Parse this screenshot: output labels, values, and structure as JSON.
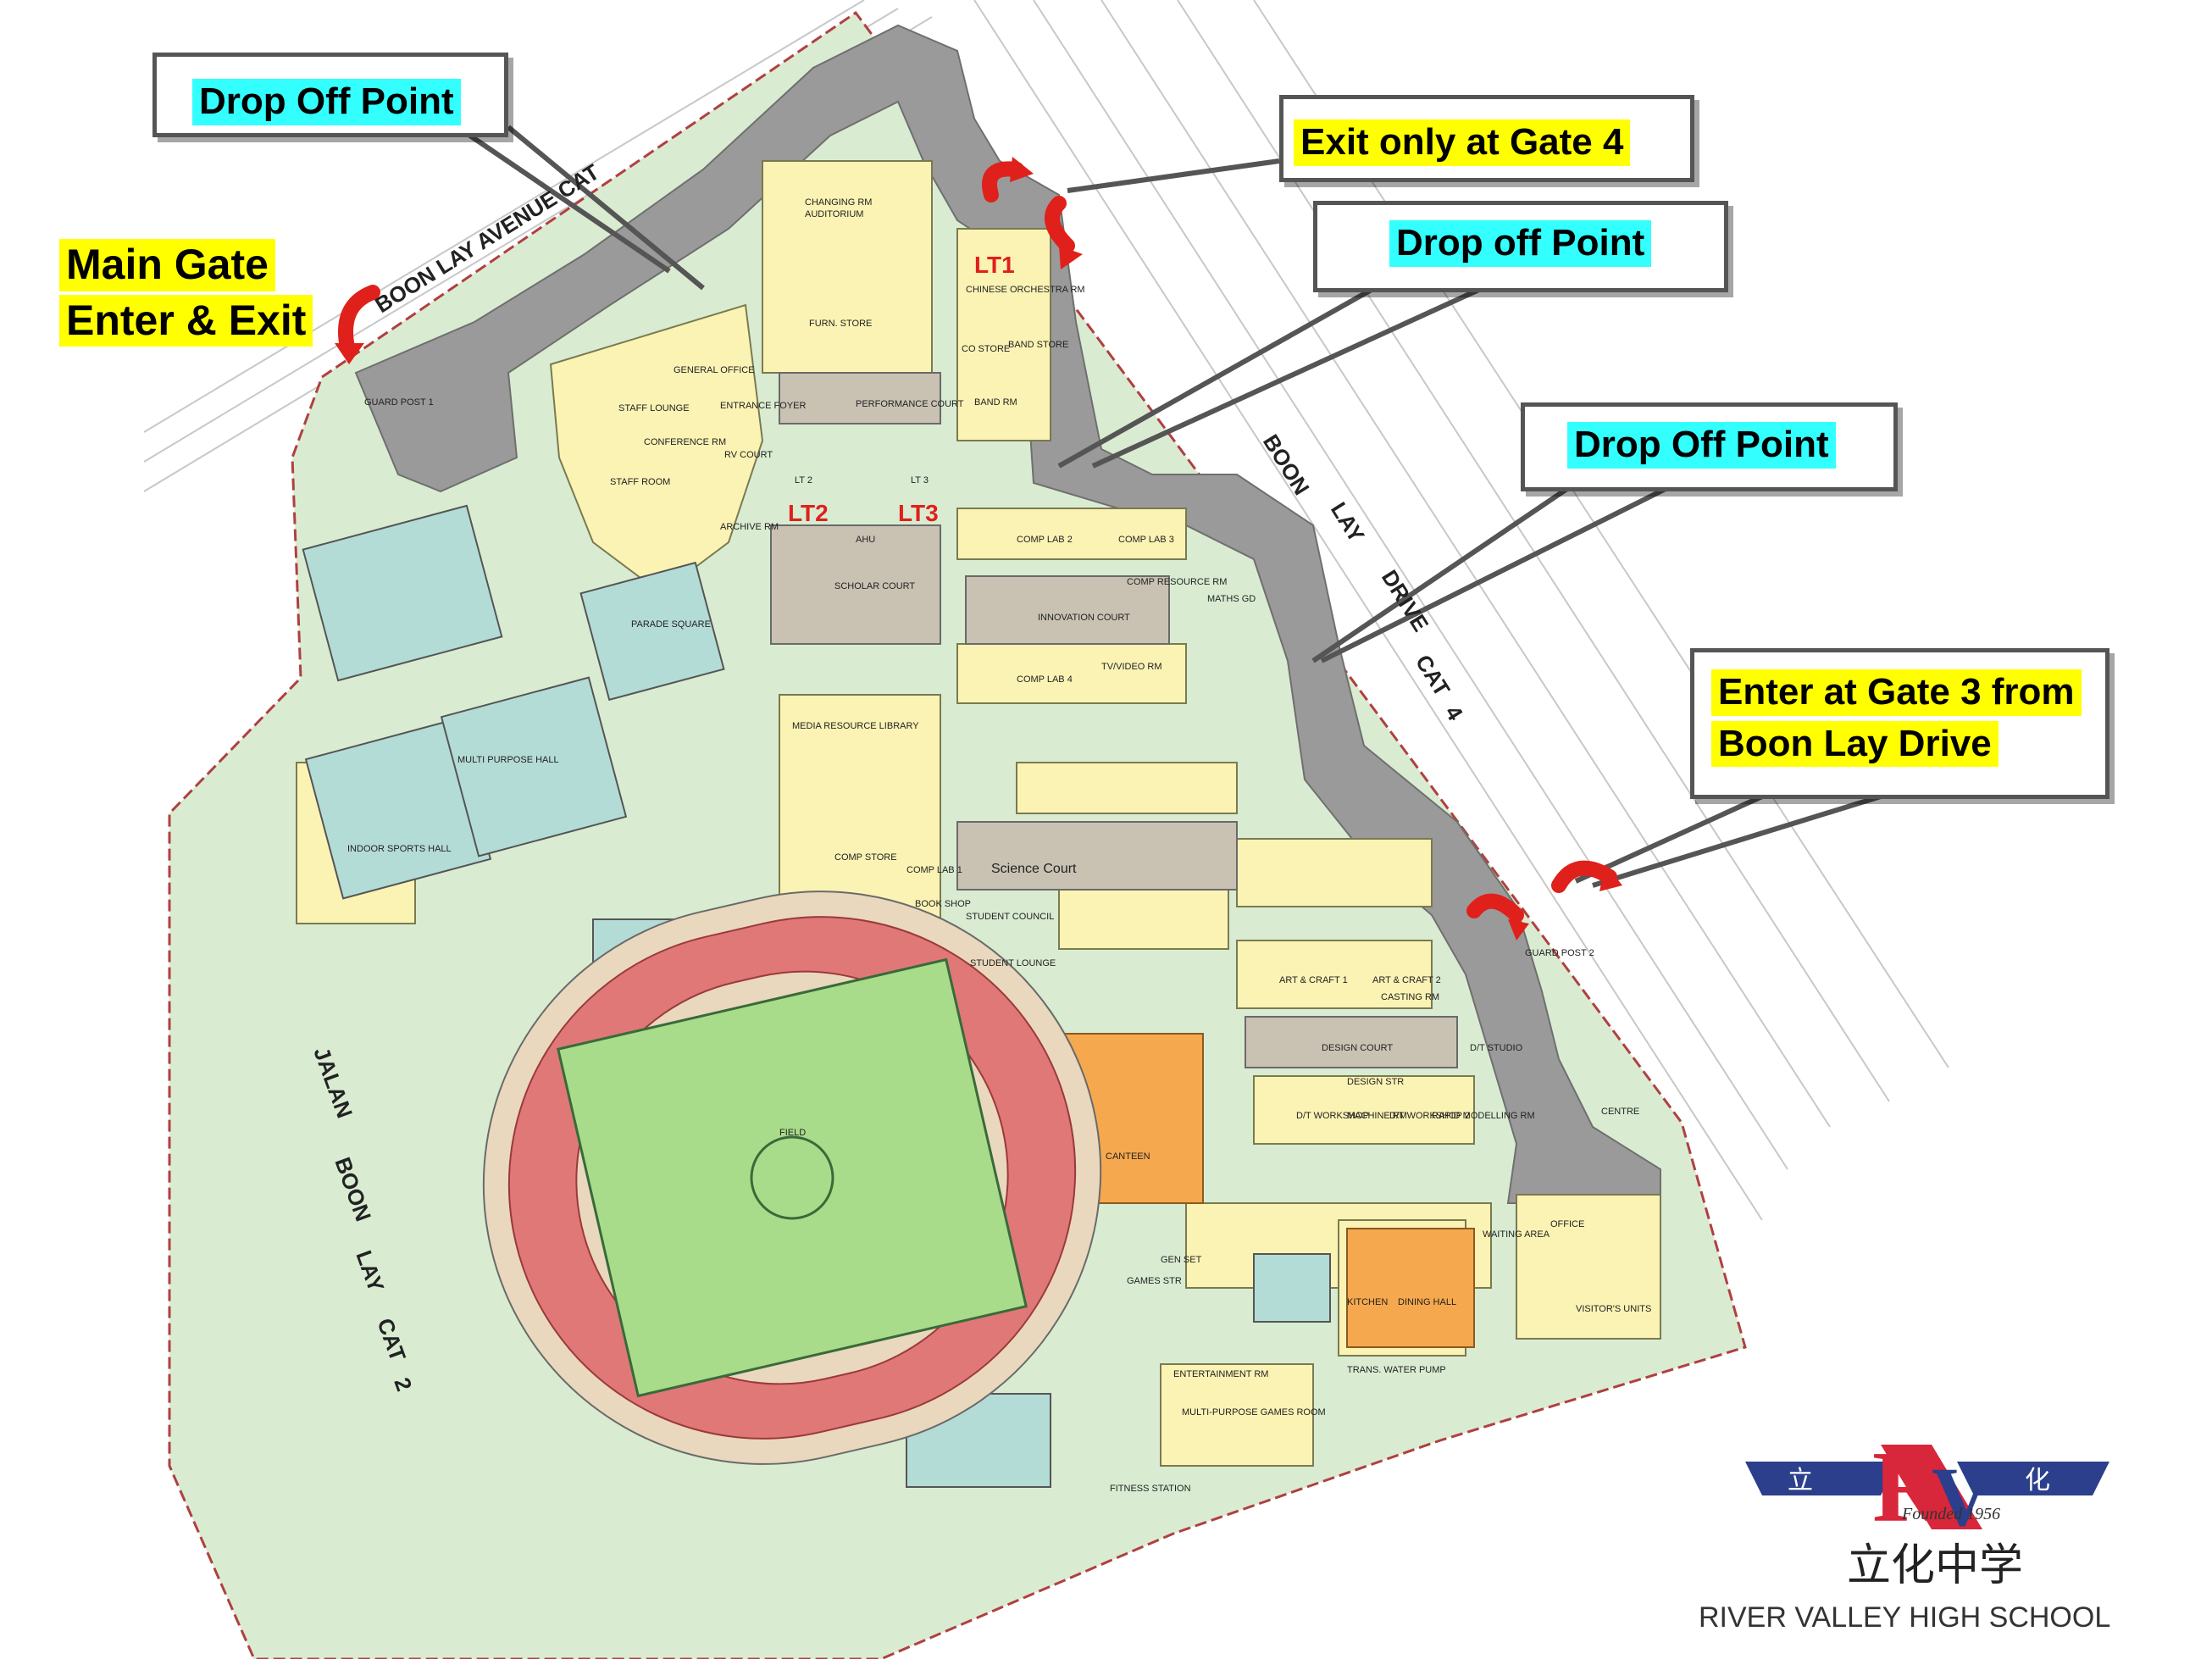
{
  "callouts": {
    "drop_off_1": "Drop Off Point",
    "exit_gate4": "Exit only at Gate 4",
    "drop_off_2": "Drop off Point",
    "main_gate_line1": "Main Gate",
    "main_gate_line2": "Enter & Exit",
    "drop_off_3": "Drop Off Point",
    "enter_gate3_line1": "Enter at Gate 3 from",
    "enter_gate3_line2": "Boon Lay Drive"
  },
  "lecture_theatres": {
    "lt1": "LT1",
    "lt2": "LT2",
    "lt3": "LT3"
  },
  "roads": {
    "top": "BOON LAY AVENUE CAT",
    "right_boon": "BOON",
    "right_lay": "LAY",
    "right_drive": "DRIVE",
    "right_cat": "CAT",
    "right_num": "4",
    "left_jalan": "JALAN",
    "left_boon": "BOON",
    "left_lay": "LAY",
    "left_cat": "CAT",
    "left_num": "2"
  },
  "rooms": {
    "changing_rm": "CHANGING RM",
    "auditorium": "AUDITORIUM",
    "furn_store": "FURN. STORE",
    "chinese_orchestra": "CHINESE ORCHESTRA RM",
    "co_store": "CO STORE",
    "band_store": "BAND STORE",
    "band_rm": "BAND RM",
    "general_office": "GENERAL OFFICE",
    "staff_lounge": "STAFF LOUNGE",
    "entrance_foyer": "ENTRANCE FOYER",
    "conference_rm": "CONFERENCE RM",
    "staff_room": "STAFF ROOM",
    "guard_post_1": "GUARD POST 1",
    "performance_court": "PERFORMANCE COURT",
    "rv_court": "RV COURT",
    "archive_rm": "ARCHIVE RM",
    "lt2_small": "LT 2",
    "lt3_small": "LT 3",
    "ahu": "AHU",
    "scholar_court": "SCHOLAR COURT",
    "comp_lab_2": "COMP LAB 2",
    "comp_lab_3": "COMP LAB 3",
    "comp_resource": "COMP RESOURCE RM",
    "innovation_court": "INNOVATION COURT",
    "maths_gd": "MATHS GD",
    "comp_lab_4": "COMP LAB 4",
    "tv_video": "TV/VIDEO RM",
    "parade_square": "PARADE SQUARE",
    "multi_purpose_hall": "MULTI PURPOSE HALL",
    "indoor_sports_hall": "INDOOR SPORTS HALL",
    "media_resource_library": "MEDIA RESOURCE LIBRARY",
    "comp_store": "COMP STORE",
    "comp_lab_1": "COMP LAB 1",
    "book_shop": "BOOK SHOP",
    "science_court": "Science Court",
    "student_council": "STUDENT COUNCIL",
    "student_lounge": "STUDENT LOUNGE",
    "guard_post_2": "GUARD POST 2",
    "art_craft_1": "ART & CRAFT 1",
    "art_craft_2": "ART & CRAFT 2",
    "casting_rm": "CASTING RM",
    "design_court": "DESIGN COURT",
    "dt_studio": "D/T STUDIO",
    "dt_workshop": "D/T WORKSHOP",
    "machine_rm": "MACHINE RM",
    "dt_workshop_2": "D/T WORKSHOP 2",
    "rapid_modelling": "RAPID MODELLING RM",
    "design_str": "DESIGN STR",
    "canteen": "CANTEEN",
    "field": "FIELD",
    "kitchen": "KITCHEN",
    "dining_hall": "DINING HALL",
    "waiting_area": "WAITING AREA",
    "office": "OFFICE",
    "visitors_units": "VISITOR'S UNITS",
    "entertainment_rm": "ENTERTAINMENT RM",
    "multi_purpose_games": "MULTI-PURPOSE GAMES ROOM",
    "trans_water_pump": "TRANS. WATER PUMP",
    "fitness_station": "FITNESS STATION",
    "games_str": "GAMES STR",
    "gen_set": "GEN SET",
    "centre": "CENTRE"
  },
  "logo": {
    "founded": "Founded 1956",
    "chinese": "立化中学",
    "name": "RIVER VALLEY HIGH SCHOOL",
    "char_left": "立",
    "char_right": "化"
  },
  "colors": {
    "site_green": "#d9ecd2",
    "building_yellow": "#fbf3b4",
    "road_grey": "#9a9a9a",
    "track_red": "#e07878",
    "field_green": "#a9dc8a",
    "canteen_orange": "#f6a84e",
    "court_teal": "#b4dcd6",
    "arrow_red": "#e0201b",
    "callout_cyan": "#33ffff",
    "callout_yellow": "#ffff00"
  }
}
